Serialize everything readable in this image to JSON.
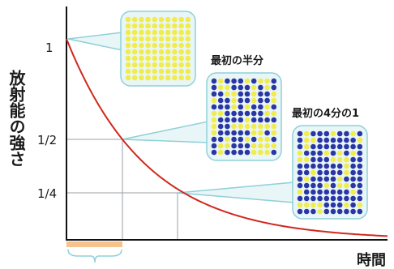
{
  "diagram": {
    "ylabel": "放射能の強さ",
    "xlabel": "時間",
    "ticks": [
      "1",
      "1/2",
      "1/4"
    ],
    "labels": {
      "half": "最初の半分",
      "quarter": "最初の4分の1"
    },
    "curve": {
      "y0": 1,
      "half_life_steps": [
        1,
        2
      ]
    },
    "colors": {
      "curve": "#d0281e",
      "callout_fill": "#e9f6f7",
      "callout_stroke": "#8fd0d8",
      "dot_yellow": "#f1ec4d",
      "dot_blue": "#2b36a6",
      "axis": "#111111",
      "guide": "#9aa0a6",
      "halflife_bar": "#f6c38d"
    },
    "panels": [
      {
        "id": "initial",
        "blue_fraction": 0
      },
      {
        "id": "half",
        "blue_fraction": 0.5
      },
      {
        "id": "quarter",
        "blue_fraction": 0.75
      }
    ]
  }
}
